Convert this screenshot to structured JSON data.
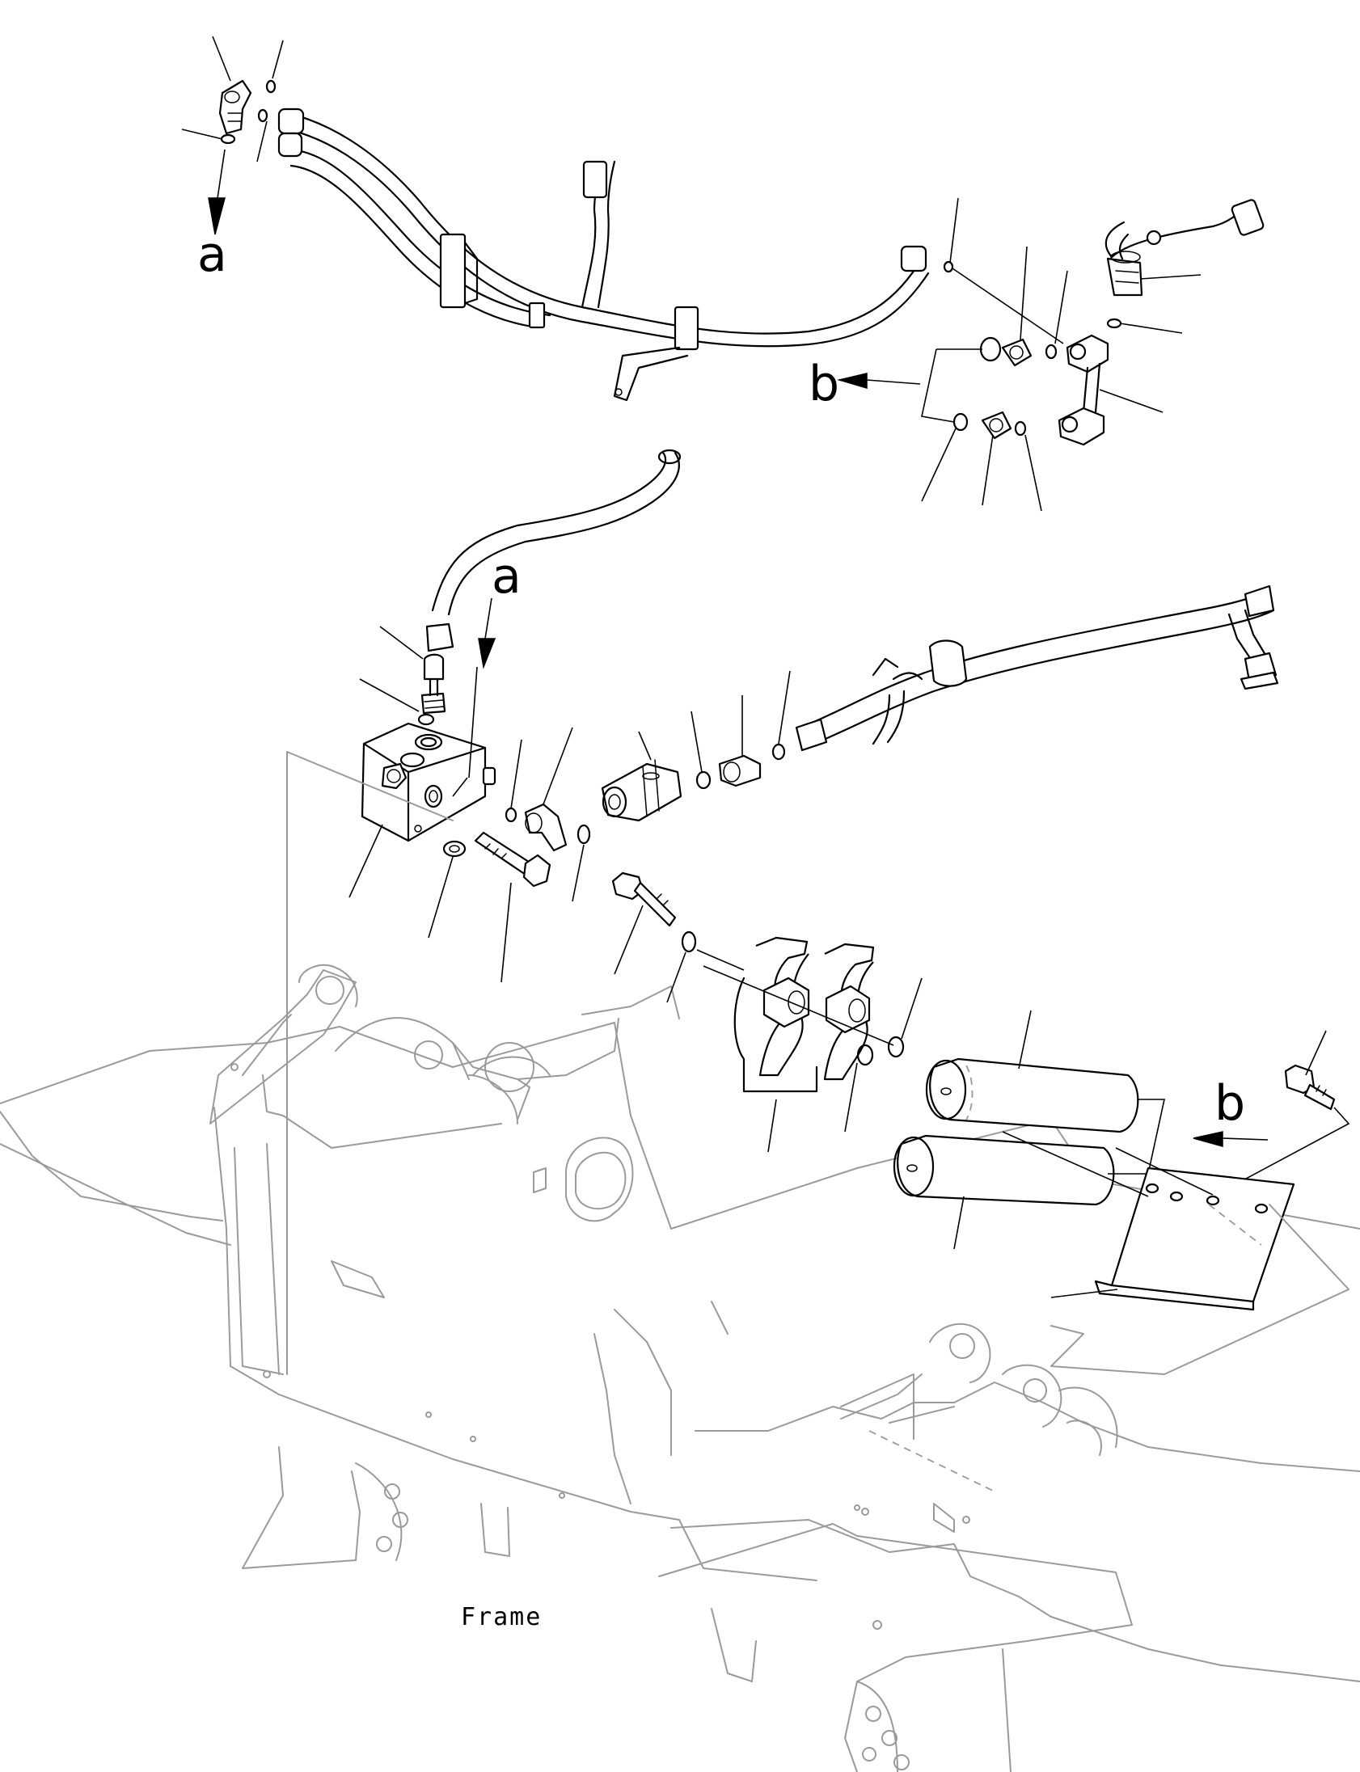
{
  "diagram": {
    "callouts": {
      "a": "a",
      "b": "b"
    },
    "caption": "Frame"
  }
}
